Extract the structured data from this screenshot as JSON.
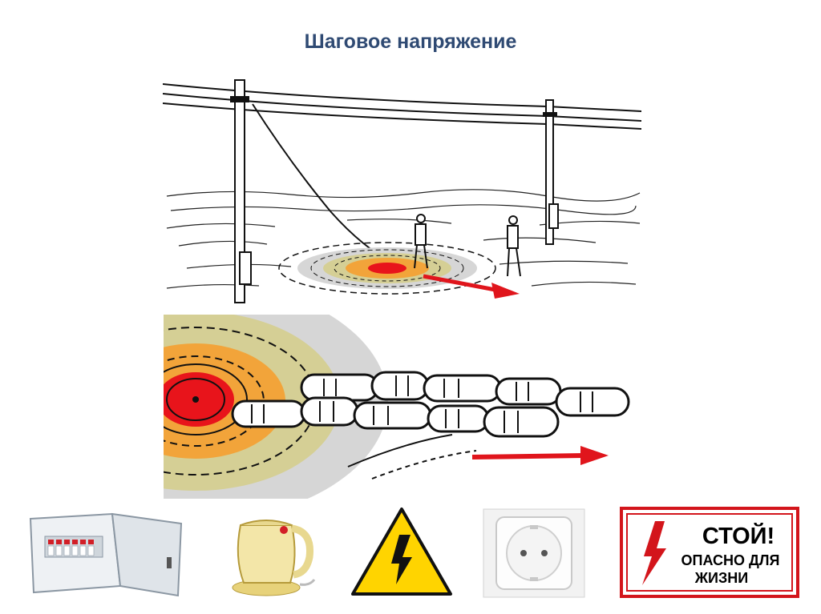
{
  "slide": {
    "title": "Шаговое напряжение",
    "title_color": "#2f4a73"
  },
  "palette": {
    "zone_center": "#e8141b",
    "zone_inner": "#f2a43a",
    "zone_middle": "#d5cf95",
    "zone_outer": "#d6d6d6",
    "arrow": "#e0151c",
    "warning_yellow": "#ffd400"
  },
  "scene": {
    "illustration": "power-line-fallen-wire",
    "figures": [
      "person-standing-near",
      "person-standing-far"
    ]
  },
  "footsteps": {
    "illustration": "footsteps-leaving-zone"
  },
  "icons": [
    {
      "name": "electrical-panel-icon"
    },
    {
      "name": "electric-kettle-icon"
    },
    {
      "name": "high-voltage-warning-icon"
    },
    {
      "name": "power-socket-icon"
    },
    {
      "name": "stop-sign-icon"
    }
  ],
  "stop_sign": {
    "line1": "СТОЙ!",
    "line2": "ОПАСНО ДЛЯ",
    "line3": "ЖИЗНИ"
  }
}
